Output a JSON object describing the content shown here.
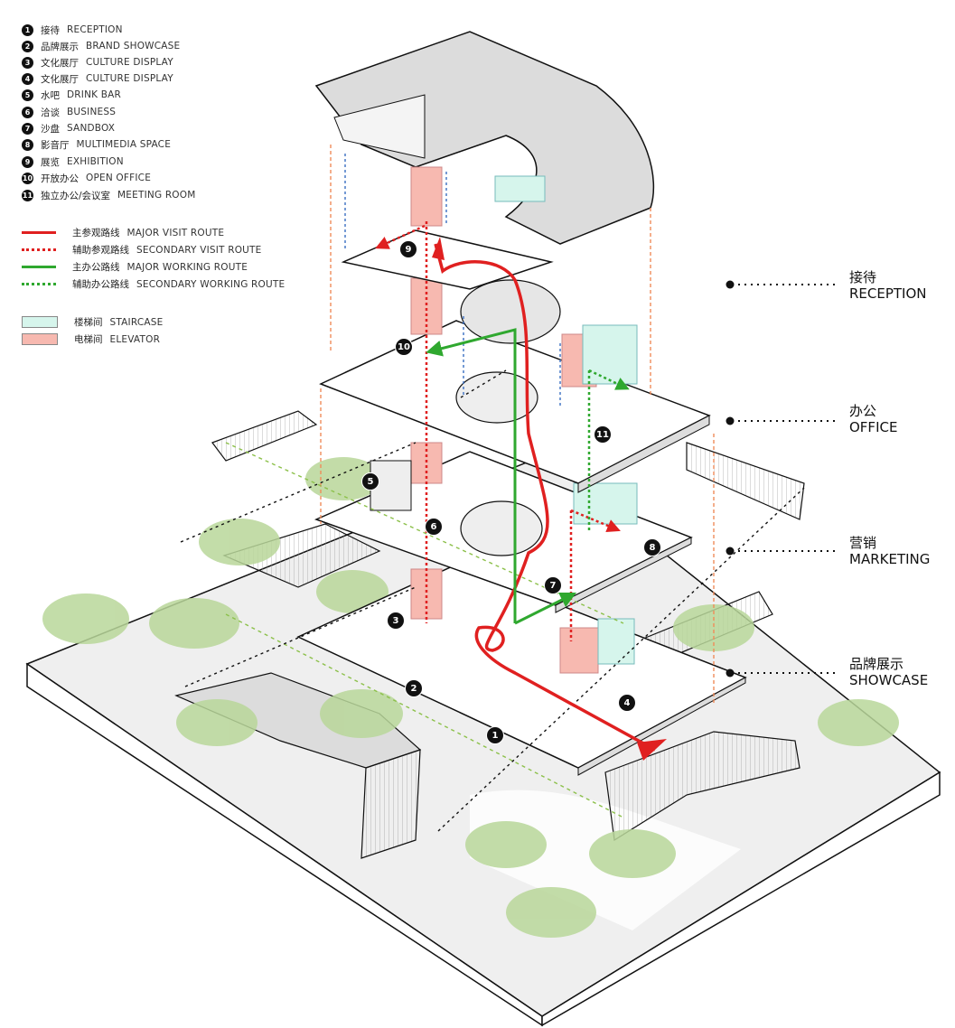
{
  "legend": {
    "spaces": [
      {
        "num": "1",
        "zh": "接待",
        "en": "RECEPTION"
      },
      {
        "num": "2",
        "zh": "品牌展示",
        "en": "BRAND SHOWCASE"
      },
      {
        "num": "3",
        "zh": "文化展厅",
        "en": "CULTURE DISPLAY"
      },
      {
        "num": "4",
        "zh": "文化展厅",
        "en": "CULTURE DISPLAY"
      },
      {
        "num": "5",
        "zh": "水吧",
        "en": "DRINK BAR"
      },
      {
        "num": "6",
        "zh": "洽谈",
        "en": "BUSINESS"
      },
      {
        "num": "7",
        "zh": "沙盘",
        "en": "SANDBOX"
      },
      {
        "num": "8",
        "zh": "影音厅",
        "en": "MULTIMEDIA SPACE"
      },
      {
        "num": "9",
        "zh": "展览",
        "en": "EXHIBITION"
      },
      {
        "num": "10",
        "zh": "开放办公",
        "en": "OPEN OFFICE"
      },
      {
        "num": "11",
        "zh": "独立办公/会议室",
        "en": "MEETING ROOM"
      }
    ],
    "routes": [
      {
        "zh": "主参观路线",
        "en": "MAJOR VISIT ROUTE",
        "color": "#e02020",
        "style": "solid"
      },
      {
        "zh": "辅助参观路线",
        "en": "SECONDARY VISIT ROUTE",
        "color": "#e02020",
        "style": "dotted"
      },
      {
        "zh": "主办公路线",
        "en": "MAJOR WORKING ROUTE",
        "color": "#2fa82f",
        "style": "solid"
      },
      {
        "zh": "辅助办公路线",
        "en": "SECONDARY WORKING ROUTE",
        "color": "#2fa82f",
        "style": "dotted"
      }
    ],
    "areas": [
      {
        "zh": "楼梯间",
        "en": "STAIRCASE",
        "color": "#d6f5ec"
      },
      {
        "zh": "电梯间",
        "en": "ELEVATOR",
        "color": "#f7b9b0"
      }
    ]
  },
  "floors": [
    {
      "zh": "接待",
      "en": "RECEPTION"
    },
    {
      "zh": "办公",
      "en": "OFFICE"
    },
    {
      "zh": "营销",
      "en": "MARKETING"
    },
    {
      "zh": "品牌展示",
      "en": "SHOWCASE"
    }
  ],
  "markers": [
    "1",
    "2",
    "3",
    "4",
    "5",
    "6",
    "7",
    "8",
    "9",
    "10",
    "11"
  ],
  "colors": {
    "visit": "#e02020",
    "work": "#2fa82f",
    "elevator": "#f7b9b0",
    "stair": "#d6f5ec",
    "tree": "#b9d79a"
  }
}
